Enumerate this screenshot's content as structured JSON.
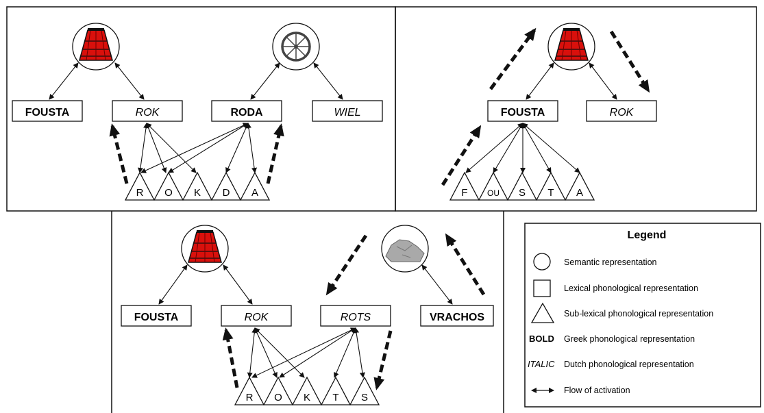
{
  "panel1": {
    "words": [
      {
        "text": "FOUSTA",
        "style": "bold"
      },
      {
        "text": "ROK",
        "style": "italic"
      },
      {
        "text": "RODA",
        "style": "bold"
      },
      {
        "text": "WIEL",
        "style": "italic"
      }
    ],
    "letters": [
      "R",
      "O",
      "K",
      "D",
      "A"
    ],
    "concepts": [
      "skirt-icon",
      "wheel-icon"
    ]
  },
  "panel2": {
    "words": [
      {
        "text": "FOUSTA",
        "style": "bold"
      },
      {
        "text": "ROK",
        "style": "italic"
      }
    ],
    "letters": [
      "F",
      "OU",
      "S",
      "T",
      "A"
    ],
    "concepts": [
      "skirt-icon"
    ]
  },
  "panel3": {
    "words": [
      {
        "text": "FOUSTA",
        "style": "bold"
      },
      {
        "text": "ROK",
        "style": "italic"
      },
      {
        "text": "ROTS",
        "style": "italic"
      },
      {
        "text": "VRACHOS",
        "style": "bold"
      }
    ],
    "letters": [
      "R",
      "O",
      "K",
      "T",
      "S"
    ],
    "concepts": [
      "skirt-icon",
      "rock-icon"
    ]
  },
  "legend": {
    "title": "Legend",
    "items": [
      {
        "symbol": "circle",
        "label": "Semantic representation"
      },
      {
        "symbol": "square",
        "label": "Lexical phonological representation"
      },
      {
        "symbol": "triangle",
        "label": "Sub-lexical phonological representation"
      },
      {
        "symbol": "BOLD",
        "label": "Greek phonological representation"
      },
      {
        "symbol": "ITALIC",
        "label": "Dutch phonological representation"
      },
      {
        "symbol": "double-arrow",
        "label": "Flow of activation"
      }
    ]
  },
  "colors": {
    "skirt": "#d9100c",
    "line": "#111111",
    "rock": "#9a9a9a"
  }
}
